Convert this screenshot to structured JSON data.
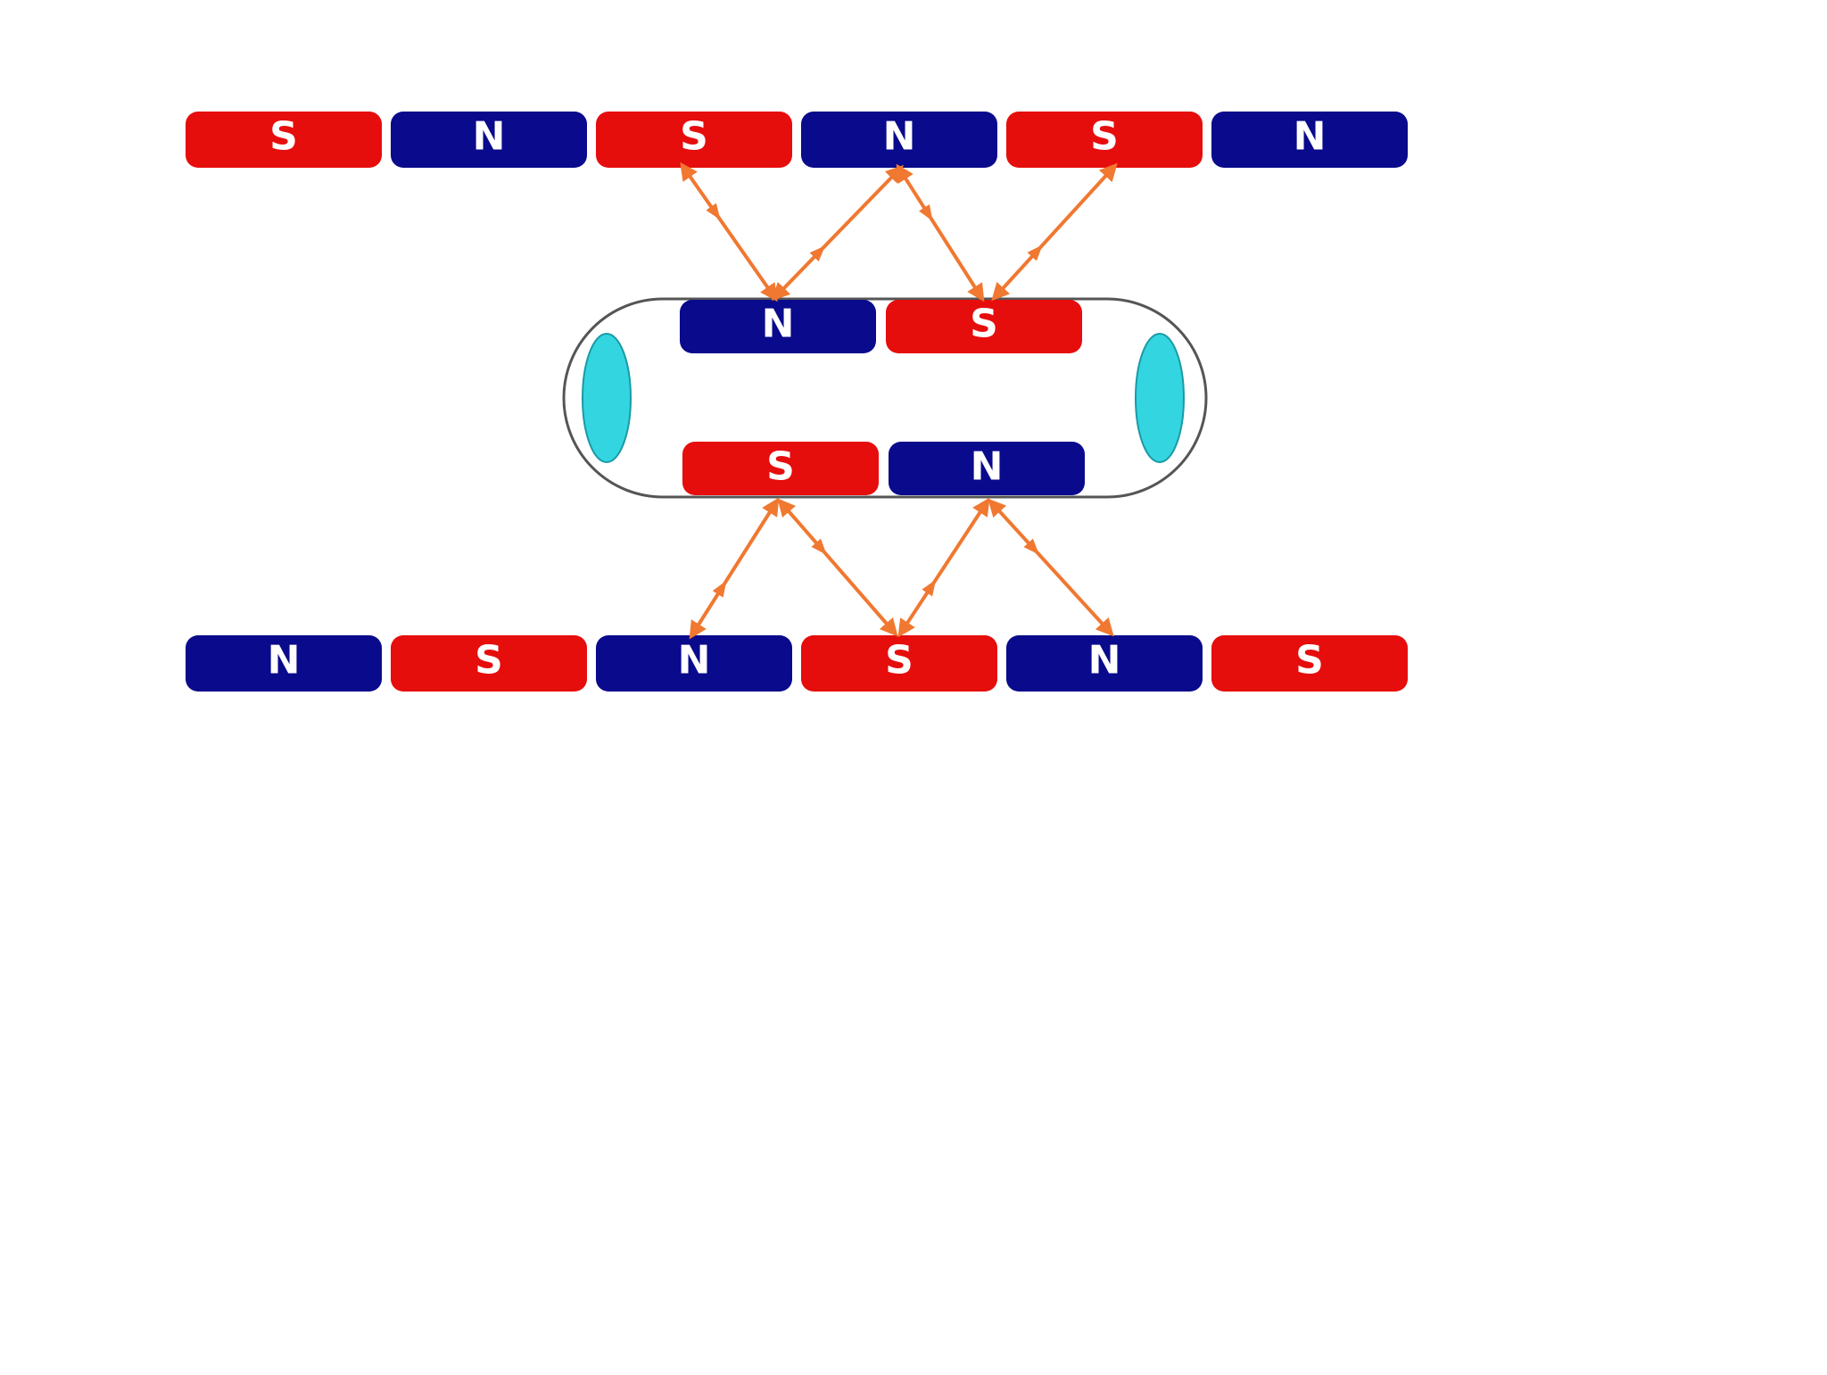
{
  "colors": {
    "north_pole": "#0a0a8c",
    "south_pole": "#e60d0d",
    "field_arrow": "#f07830",
    "capsule_outline": "#555555",
    "capsule_end": "#33d6e0"
  },
  "diagram": {
    "top_track": [
      "S",
      "N",
      "S",
      "N",
      "S",
      "N"
    ],
    "bottom_track": [
      "N",
      "S",
      "N",
      "S",
      "N",
      "S"
    ],
    "vehicle": {
      "upper_magnets": [
        "N",
        "S"
      ],
      "lower_magnets": [
        "S",
        "N"
      ]
    }
  }
}
